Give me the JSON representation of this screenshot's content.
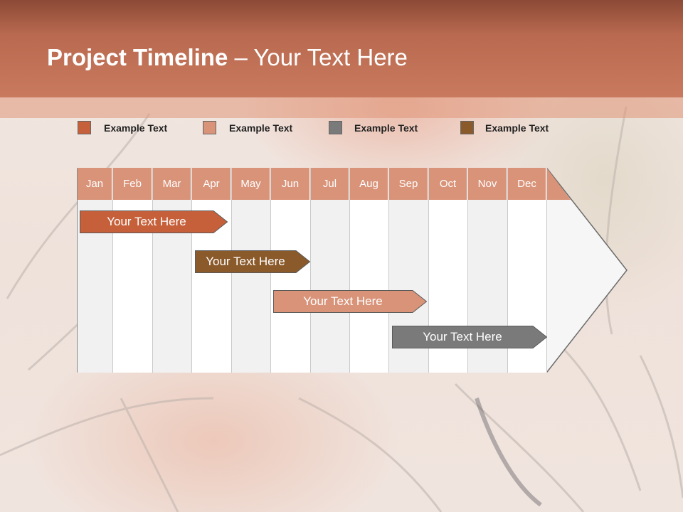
{
  "slide": {
    "title_bold": "Project Timeline",
    "title_rest": " – Your Text Here"
  },
  "legend": [
    {
      "label": "Example Text",
      "color": "#c6603a"
    },
    {
      "label": "Example Text",
      "color": "#d99379"
    },
    {
      "label": "Example Text",
      "color": "#7a7a7a"
    },
    {
      "label": "Example Text",
      "color": "#8b5a2b"
    }
  ],
  "timeline": {
    "months": [
      "Jan",
      "Feb",
      "Mar",
      "Apr",
      "May",
      "Jun",
      "Jul",
      "Aug",
      "Sep",
      "Oct",
      "Nov",
      "Dec"
    ],
    "header_color": "#d99379",
    "bars": [
      {
        "label": "Your  Text Here",
        "color": "#c6603a"
      },
      {
        "label": "Your  Text Here",
        "color": "#8b5a2b"
      },
      {
        "label": "Your  Text Here",
        "color": "#d99379"
      },
      {
        "label": "Your  Text Here",
        "color": "#7a7a7a"
      }
    ]
  }
}
